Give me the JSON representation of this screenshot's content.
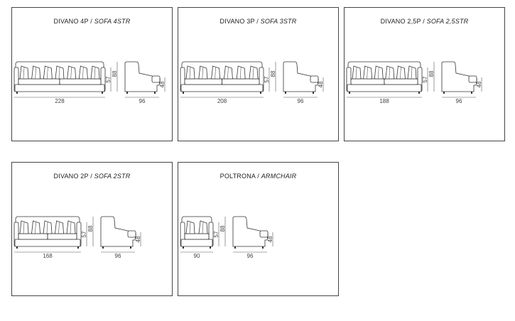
{
  "cards": [
    {
      "title_it": "DIVANO 4P",
      "title_sep": " / ",
      "title_en": "SOFA 4STR",
      "width_label": "228",
      "seat_height_label": "57",
      "height_label": "88",
      "depth_label": "96",
      "arm_height_label": "48",
      "cushion_count": 7
    },
    {
      "title_it": "DIVANO 3P",
      "title_sep": " / ",
      "title_en": "SOFA 3STR",
      "width_label": "208",
      "seat_height_label": "57",
      "height_label": "88",
      "depth_label": "96",
      "arm_height_label": "48",
      "cushion_count": 6
    },
    {
      "title_it": "DIVANO 2,5P",
      "title_sep": " / ",
      "title_en": "SOFA 2,5STR",
      "width_label": "188",
      "seat_height_label": "57",
      "height_label": "88",
      "depth_label": "96",
      "arm_height_label": "48",
      "cushion_count": 6
    },
    {
      "title_it": "DIVANO 2P",
      "title_sep": " / ",
      "title_en": "SOFA 2STR",
      "width_label": "168",
      "seat_height_label": "57",
      "height_label": "88",
      "depth_label": "96",
      "arm_height_label": "48",
      "cushion_count": 5
    },
    {
      "title_it": "POLTRONA",
      "title_sep": " / ",
      "title_en": "ARMCHAIR",
      "width_label": "90",
      "seat_height_label": "57",
      "height_label": "88",
      "depth_label": "96",
      "arm_height_label": "48",
      "cushion_count": 2
    }
  ]
}
